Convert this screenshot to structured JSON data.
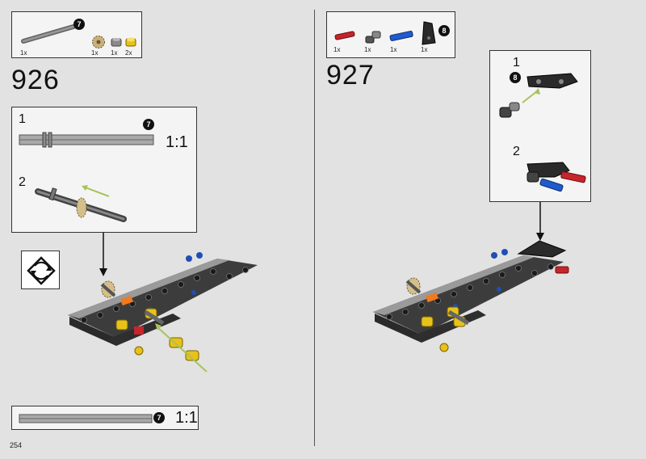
{
  "page": {
    "number": "254"
  },
  "step926": {
    "number": "926",
    "parts": [
      {
        "icon": "axle-icon",
        "qty": "1x"
      },
      {
        "icon": "gear-icon",
        "qty": "1x"
      },
      {
        "icon": "bush-icon",
        "qty": "1x"
      },
      {
        "icon": "yellow-bush-icon",
        "qty": "2x"
      }
    ],
    "axle_length_badge": "7",
    "substep1": "1",
    "substep2": "2",
    "callout_badge": "7",
    "callout_scale": "1:1",
    "bottom_badge": "7",
    "bottom_scale": "1:1"
  },
  "step927": {
    "number": "927",
    "parts": [
      {
        "icon": "red-pin-icon",
        "qty": "1x"
      },
      {
        "icon": "gray-connector-icon",
        "qty": "1x"
      },
      {
        "icon": "blue-pin-icon",
        "qty": "1x"
      },
      {
        "icon": "black-panel-icon",
        "qty": "1x"
      }
    ],
    "panel_badge": "8",
    "substep1": "1",
    "substep2": "2",
    "callout_badge": "8"
  },
  "colors": {
    "background": "#e2e2e2",
    "panel": "#f4f4f4",
    "accent_green": "#a6c45a"
  }
}
